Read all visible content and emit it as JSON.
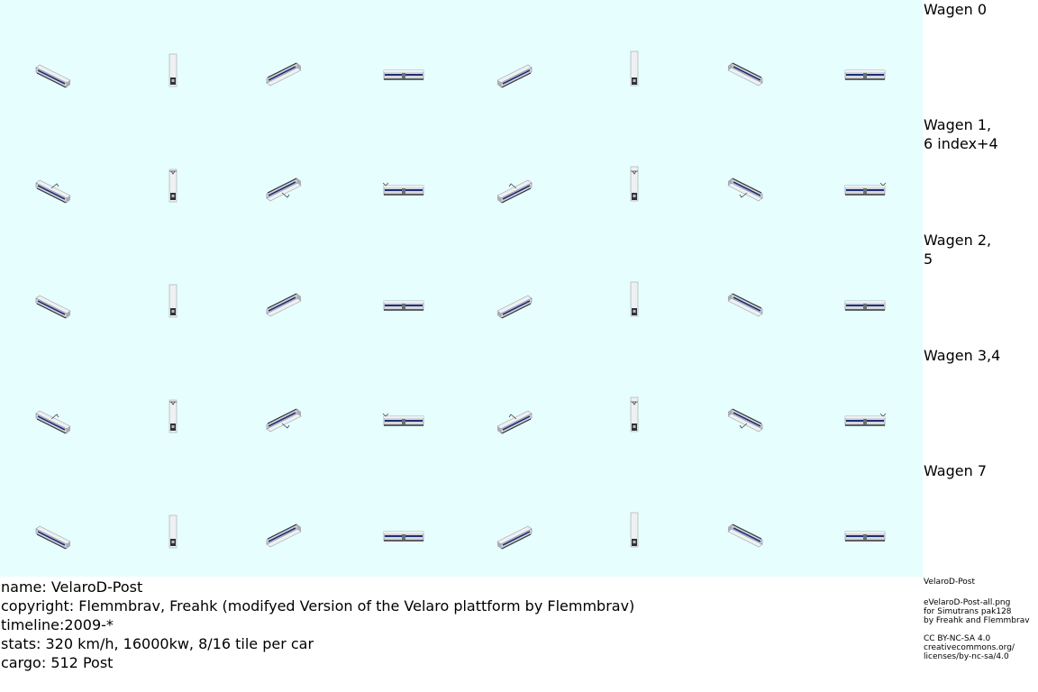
{
  "sheet": {
    "background": "#e7fefe",
    "rows": [
      {
        "label": "Wagen 0",
        "variant": "end"
      },
      {
        "label": "Wagen 1,\n6 index+4",
        "variant": "pantograph"
      },
      {
        "label": "Wagen 2,\n5",
        "variant": "middle"
      },
      {
        "label": "Wagen 3,4",
        "variant": "pantograph"
      },
      {
        "label": "Wagen 7",
        "variant": "end"
      }
    ],
    "views": [
      "diag-down-right",
      "front-vertical",
      "diag-up-right",
      "side-horizontal",
      "diag-down-right-rev",
      "rear-vertical",
      "diag-up-right-rev",
      "side-horizontal-rev"
    ]
  },
  "info": {
    "name": "name: VelaroD-Post",
    "copyright": "copyright: Flemmbrav, Freahk (modifyed Version of the Velaro plattform by Flemmbrav)",
    "timeline": "timeline:2009-*",
    "stats": "stats: 320 km/h, 16000kw, 8/16 tile per car",
    "cargo": "cargo: 512 Post"
  },
  "side": {
    "title": "VelaroD-Post",
    "file": "eVelaroD-Post-all.png",
    "for": "for Simutrans pak128",
    "by": "by Freahk and Flemmbrav",
    "license1": "CC BY-NC-SA 4.0",
    "license2": "creativecommons.org/",
    "license3": "licenses/by-nc-sa/4.0"
  },
  "colors": {
    "body": "#d4d6da",
    "roof": "#eef0f2",
    "stripe": "#1d2f7a",
    "dark": "#303236"
  }
}
